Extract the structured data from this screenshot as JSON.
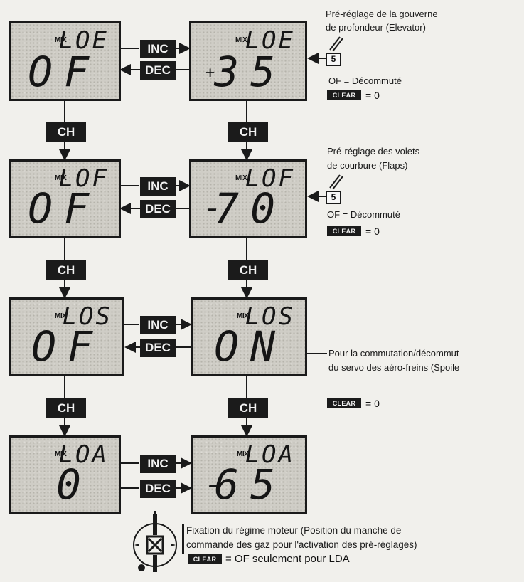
{
  "display_tag": "MIX",
  "rows": [
    {
      "left": {
        "code": "LOE",
        "value": "OF"
      },
      "right": {
        "code": "LOE",
        "sign": "+",
        "value": "35"
      }
    },
    {
      "left": {
        "code": "LOF",
        "value": "OF"
      },
      "right": {
        "code": "LOF",
        "sign": "-",
        "value": "70"
      }
    },
    {
      "left": {
        "code": "LOS",
        "value": "OF"
      },
      "right": {
        "code": "LOS",
        "value": "ON"
      }
    },
    {
      "left": {
        "code": "LOA",
        "value": "0"
      },
      "right": {
        "code": "LOA",
        "sign": "-",
        "value": "65"
      }
    }
  ],
  "buttons": {
    "inc": "INC",
    "dec": "DEC",
    "ch": "CH",
    "clear": "CLEAR"
  },
  "key_label": "5",
  "annotations": {
    "elevator_line1": "Pré-réglage de la gouverne",
    "elevator_line2": "de profondeur (Elevator)",
    "elevator_of": "OF = Décommuté",
    "elevator_clear": "= 0",
    "flaps_line1": "Pré-réglage des volets",
    "flaps_line2": "de courbure (Flaps)",
    "flaps_of": "OF = Décommuté",
    "flaps_clear": "= 0",
    "spoiler_line1": "Pour la commutation/décommut",
    "spoiler_line2": "du servo des aéro-freins (Spoile",
    "spoiler_clear": "= 0",
    "throttle_line1": "Fixation du régime moteur (Position du manche de",
    "throttle_line2": "commande des gaz pour l'activation des pré-réglages)",
    "throttle_clear": "= OF seulement pour LDA"
  }
}
